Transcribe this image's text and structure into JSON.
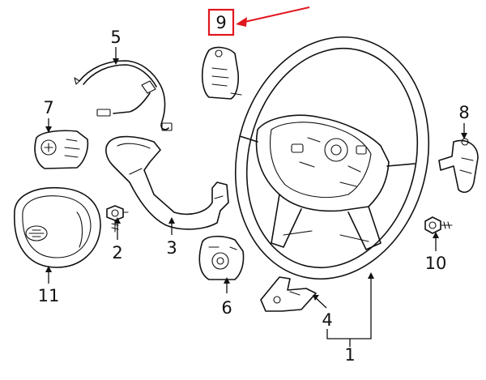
{
  "diagram": {
    "callouts": [
      {
        "id": "1",
        "label": "1"
      },
      {
        "id": "2",
        "label": "2"
      },
      {
        "id": "3",
        "label": "3"
      },
      {
        "id": "4",
        "label": "4"
      },
      {
        "id": "5",
        "label": "5"
      },
      {
        "id": "6",
        "label": "6"
      },
      {
        "id": "7",
        "label": "7"
      },
      {
        "id": "8",
        "label": "8"
      },
      {
        "id": "9",
        "label": "9"
      },
      {
        "id": "10",
        "label": "10"
      },
      {
        "id": "11",
        "label": "11"
      }
    ],
    "highlight": {
      "target": "9",
      "color": "#e0171f"
    },
    "line_color": "#111111"
  }
}
